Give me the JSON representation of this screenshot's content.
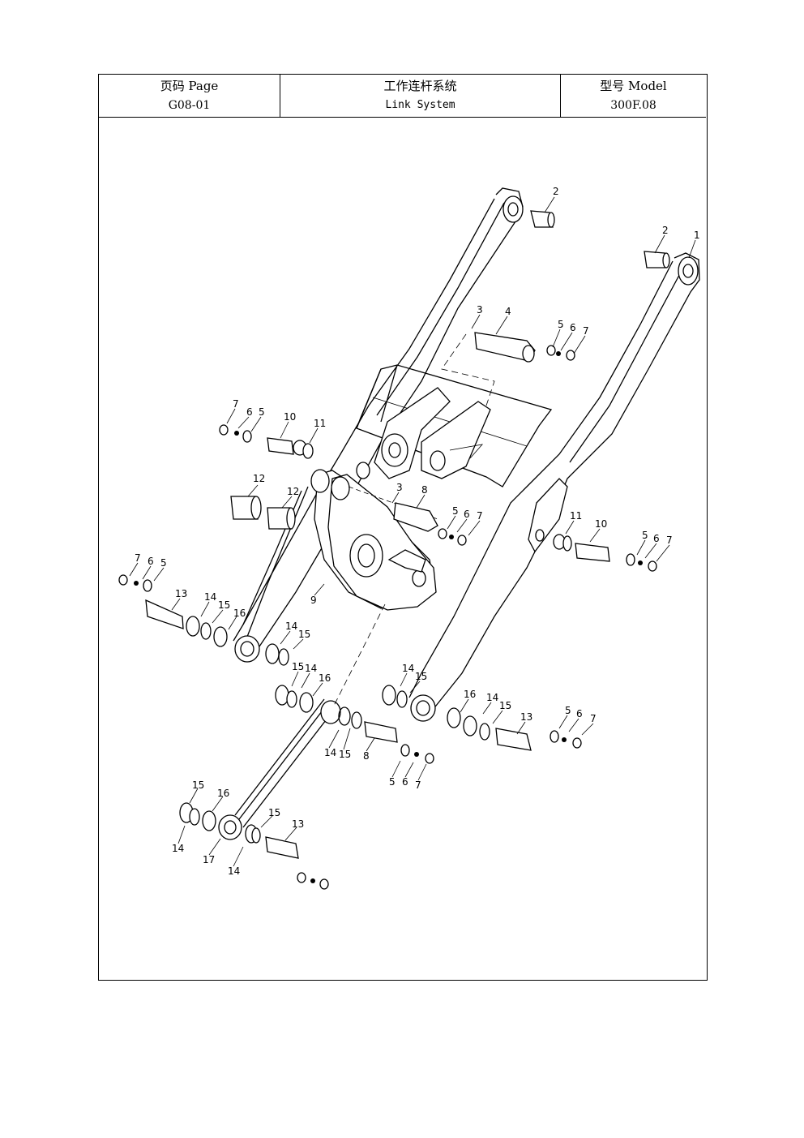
{
  "header": {
    "page_label": "页码 Page",
    "page_number": "G08-01",
    "title_cn": "工作连杆系统",
    "title_en": "Link System",
    "model_label": "型号    Model",
    "model_value": "300F.08"
  },
  "callouts": {
    "c1": "1",
    "c2": "2",
    "c3": "3",
    "c4": "4",
    "c5": "5",
    "c6": "6",
    "c7": "7",
    "c8": "8",
    "c9": "9",
    "c10": "10",
    "c11": "11",
    "c12": "12",
    "c13": "13",
    "c14": "14",
    "c15": "15",
    "c16": "16",
    "c17": "17"
  }
}
